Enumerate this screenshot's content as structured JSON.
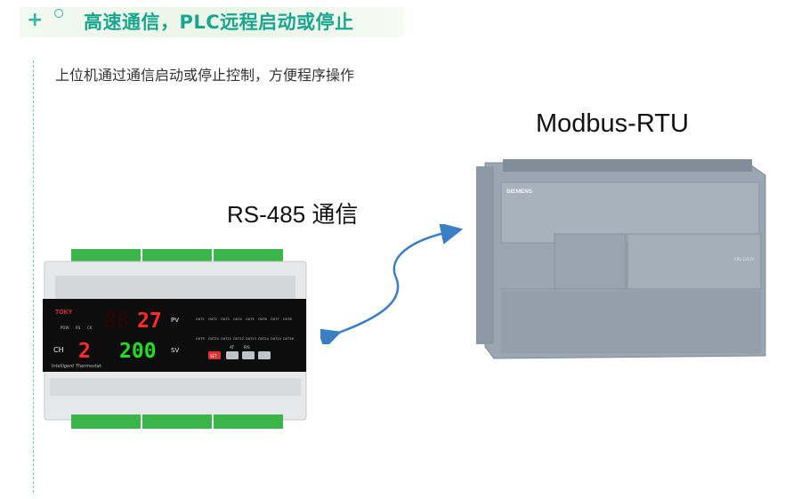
{
  "header": {
    "plus": "+",
    "title": "高速通信，PLC远程启动或停止"
  },
  "description": "上位机通过通信启动或停止控制，方便程序操作",
  "labels": {
    "modbus": "Modbus-RTU",
    "rs485": "RS-485 通信"
  },
  "thermostat": {
    "brand": "TOKY",
    "pv_value": "27",
    "sv_value": "200",
    "ch_value": "2",
    "pv_label": "PV",
    "sv_label": "SV",
    "ch_label": "CH",
    "indicators": [
      "PDW",
      "RS",
      "CK"
    ],
    "out_row1": [
      "OUT1",
      "OUT2",
      "OUT3",
      "OUT4",
      "OUT5",
      "OUT6",
      "OUT7",
      "OUT8"
    ],
    "out_row2": [
      "OUT9",
      "OUT10",
      "OUT11",
      "OUT12",
      "OUT13",
      "OUT14",
      "OUT15",
      "OUT16"
    ],
    "buttons": [
      "SET",
      "AT",
      "R/S"
    ],
    "caption": "Intelligent Thermostat",
    "colors": {
      "pv": "#ff2a2a",
      "sv": "#22dd22",
      "panel": "#0d0d0d",
      "terminals": "#3bb54a"
    }
  },
  "plc": {
    "brand": "SIEMENS",
    "model": "CPU 1217C",
    "colors": {
      "body": "#9aa6b2"
    }
  },
  "colors": {
    "accent": "#1aa68e",
    "arrow": "#3a7fc4"
  }
}
